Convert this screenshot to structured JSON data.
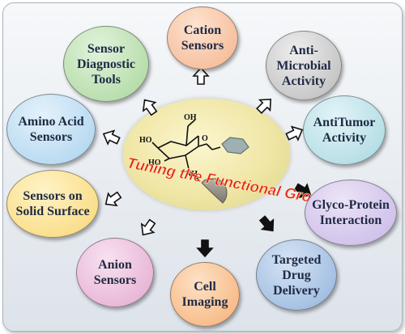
{
  "center": {
    "banner_text": "Tuning the Functional Groups",
    "molecule_labels": {
      "oh_top": "OH",
      "ho_mid": "HO",
      "ho_low": "HO",
      "ring_o": "O",
      "nh": "NH"
    }
  },
  "nodes": [
    {
      "id": "cation",
      "label": "Cation\nSensors",
      "color": "#f4b48e"
    },
    {
      "id": "anti-microbial",
      "label": "Anti-\nMicrobial\nActivity",
      "color": "#b9b9b9"
    },
    {
      "id": "antitumor",
      "label": "AntiTumor\nActivity",
      "color": "#a8d7e0"
    },
    {
      "id": "glyco",
      "label": "Glyco-Protein\nInteraction",
      "color": "#c7b6e6"
    },
    {
      "id": "targeted",
      "label": "Targeted\nDrug\nDelivery",
      "color": "#92b3dc"
    },
    {
      "id": "cell",
      "label": "Cell\nImaging",
      "color": "#f6b075"
    },
    {
      "id": "anion",
      "label": "Anion\nSensors",
      "color": "#e3a9cf"
    },
    {
      "id": "solid",
      "label": "Sensors on\nSolid Surface",
      "color": "#f8d776"
    },
    {
      "id": "amino",
      "label": "Amino Acid\nSensors",
      "color": "#a9d2ee"
    },
    {
      "id": "sensor-diag",
      "label": "Sensor\nDiagnostic\nTools",
      "color": "#a9d69b"
    }
  ]
}
